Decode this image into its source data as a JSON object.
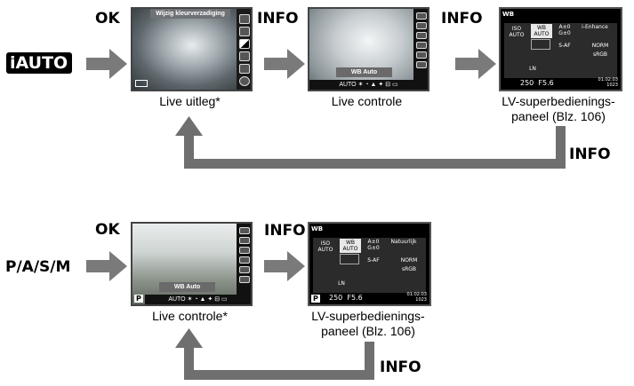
{
  "buttons": {
    "ok": "OK",
    "info": "INFO"
  },
  "modes": {
    "iauto_prefix": "i",
    "iauto_text": "AUTO",
    "psm": "P/A/S/M"
  },
  "captions": {
    "live_guide": "Live uitleg*",
    "live_control": "Live controle",
    "live_control_star": "Live controle*",
    "lv_super_line1": "LV-superbedienings-",
    "lv_super_line2": "paneel (Blz. 106)"
  },
  "screens": {
    "guide_title": "Wijzig kleurverzadiging",
    "wb_auto": "WB Auto",
    "bottom_bar": "AUTO  ✶  ◔  ▲  ✦  ⊟  ▭",
    "sp_header": "WB",
    "iso": "ISO",
    "auto": "AUTO",
    "wb": "WB",
    "a0": "A±0",
    "g0": "G±0",
    "i_enhance": "i-Enhance",
    "natuurlijk": "Natuurlijk",
    "saf": "S-AF",
    "norm": "NORM",
    "srgb": "sRGB",
    "ln": "LN",
    "shutter": "250",
    "aperture": "F5.6",
    "count1": "01:02:03",
    "count2": "1023",
    "p_badge": "P"
  },
  "colors": {
    "arrow_gray": "#7a7a7a",
    "loop_gray": "#6f6f6f",
    "screen_bg": "#000000"
  }
}
